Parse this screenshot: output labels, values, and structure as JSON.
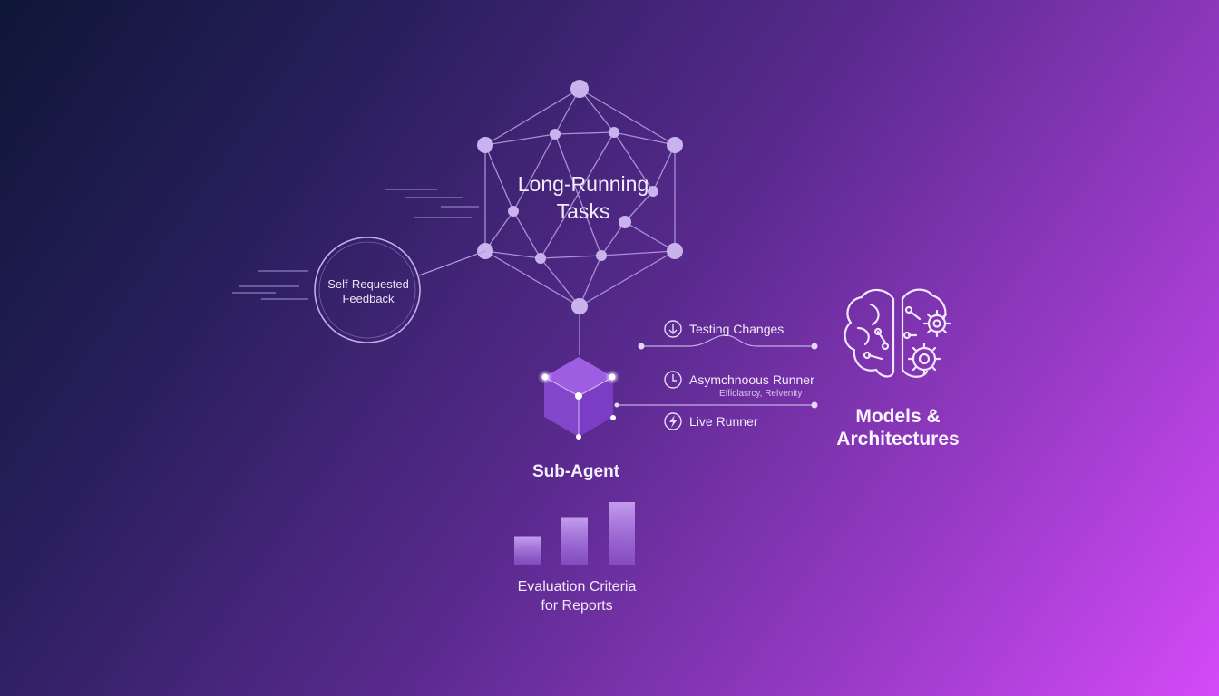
{
  "hub": {
    "title_line1": "Long-Running",
    "title_line2": "Tasks"
  },
  "feedback": {
    "line1": "Self-Requested",
    "line2": "Feedback"
  },
  "sub_agent": {
    "label": "Sub-Agent"
  },
  "runners": [
    {
      "label": "Testing Changes",
      "icon": "download-circle-icon",
      "sublabel": ""
    },
    {
      "label": "Asymchnoous Runner",
      "icon": "clock-icon",
      "sublabel": "Efficlasrcy, Relvenity"
    },
    {
      "label": "Live Runner",
      "icon": "lightning-bolt-icon",
      "sublabel": ""
    }
  ],
  "models": {
    "line1": "Models &",
    "line2": "Architectures",
    "icon": "brain-gears-icon"
  },
  "evaluation": {
    "line1": "Evaluation Criteria",
    "line2": "for Reports",
    "bars": [
      0.45,
      0.75,
      1.0
    ]
  },
  "colors": {
    "node": "#c9b3ee",
    "line": "#b49be0",
    "accent": "#8c4bd6"
  }
}
